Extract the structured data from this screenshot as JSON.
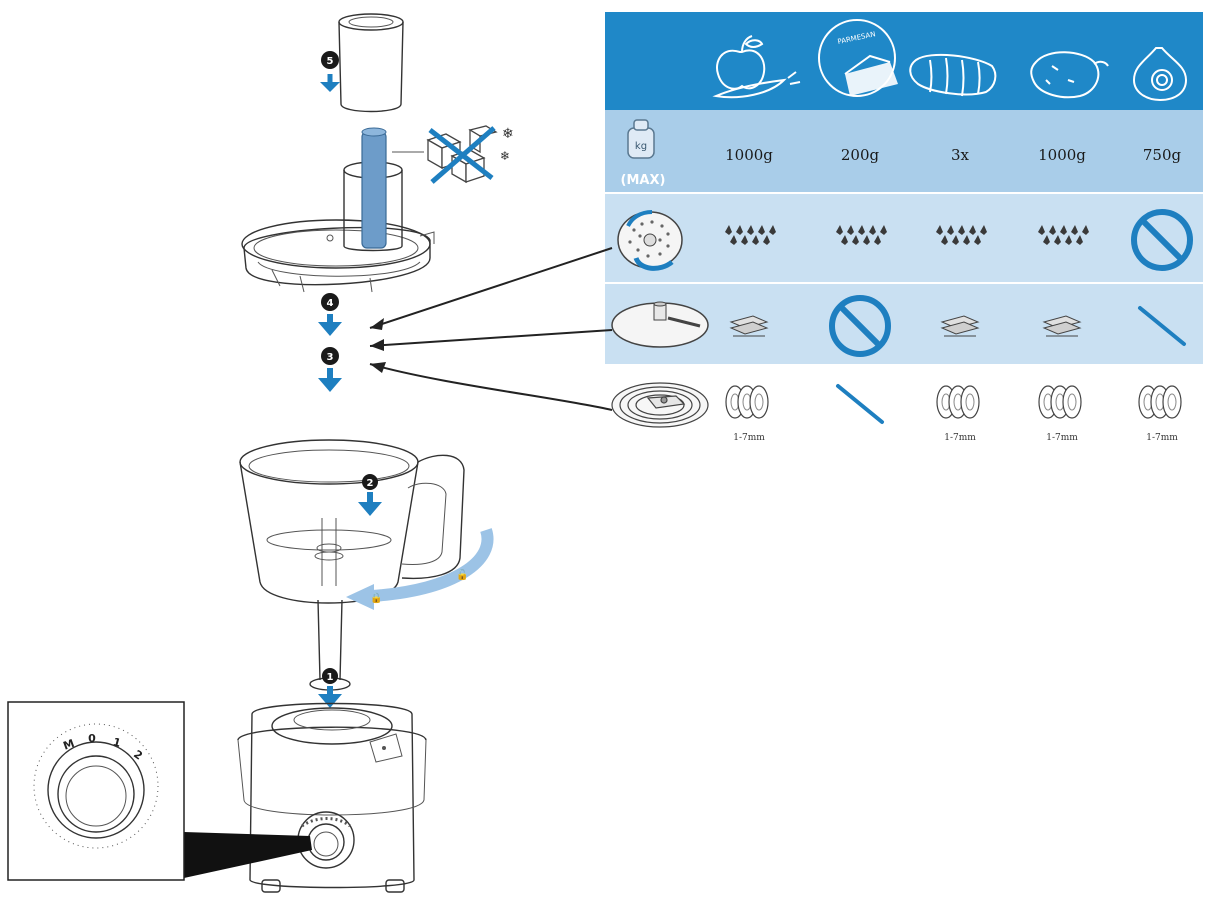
{
  "colors": {
    "header_blue": "#1f88c8",
    "row_light_blue": "#a9cde9",
    "row_pale_blue": "#c9e0f2",
    "accent_blue": "#1e7fc0",
    "arrow_light_blue": "#9cc3e6"
  },
  "header_icons": [
    "apple-carrot-icon",
    "parmesan-cheese-icon",
    "bread-icon",
    "potato-icon",
    "onion-icon"
  ],
  "header_cheese_label": "PARMESAN",
  "capacity": {
    "label": "(MAX)",
    "weight_icon": "kg-weight-icon",
    "weight_label": "kg",
    "values": [
      "1000g",
      "200g",
      "3x",
      "1000g",
      "750g"
    ]
  },
  "rows": [
    {
      "disc": "grating-disc-icon",
      "cells": [
        "grated",
        "grated",
        "grated",
        "grated",
        "not-allowed"
      ]
    },
    {
      "disc": "slicing-disc-icon",
      "cells": [
        "sliced",
        "not-allowed",
        "sliced",
        "sliced",
        "stick"
      ]
    },
    {
      "disc": "adjustable-slicing-disc-icon",
      "cells": [
        "slices",
        "stick",
        "slices",
        "slices",
        "slices"
      ],
      "sizes": [
        "1-7mm",
        "",
        "1-7mm",
        "1-7mm",
        "1-7mm"
      ]
    }
  ],
  "steps": [
    "1",
    "2",
    "3",
    "4",
    "5"
  ],
  "dial_labels": [
    "M",
    "0",
    "1",
    "2"
  ]
}
